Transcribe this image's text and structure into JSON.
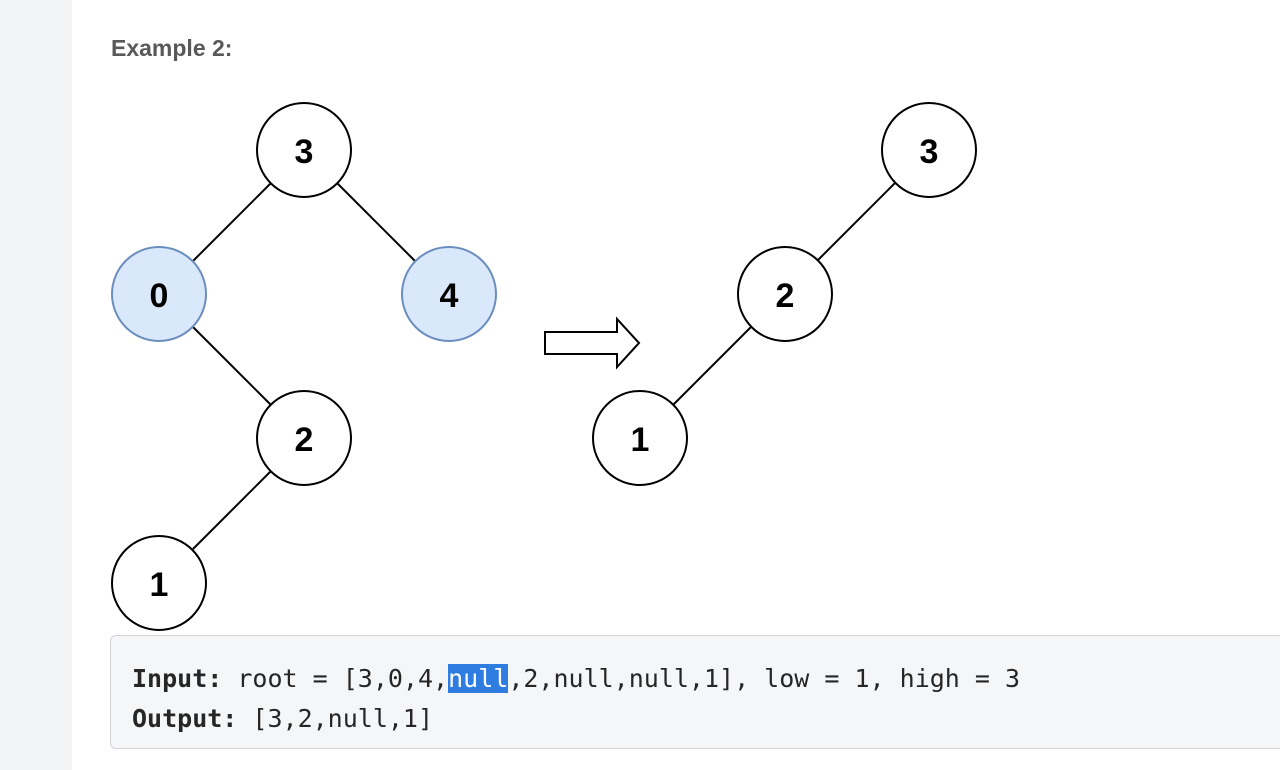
{
  "example": {
    "title": "Example 2:"
  },
  "diagram": {
    "before_tree": {
      "nodes": [
        {
          "value": "3",
          "highlighted": false
        },
        {
          "value": "0",
          "highlighted": true
        },
        {
          "value": "4",
          "highlighted": true
        },
        {
          "value": "2",
          "highlighted": false
        },
        {
          "value": "1",
          "highlighted": false
        }
      ]
    },
    "after_tree": {
      "nodes": [
        {
          "value": "3",
          "highlighted": false
        },
        {
          "value": "2",
          "highlighted": false
        },
        {
          "value": "1",
          "highlighted": false
        }
      ]
    },
    "colors": {
      "highlight_fill": "#dae8fc",
      "highlight_stroke": "#6c8ebf",
      "node_stroke": "#000000"
    }
  },
  "code": {
    "input_label": "Input:",
    "input_prefix": " root = [3,0,4,",
    "input_selected": "null",
    "input_suffix": ",2,null,null,1], low = 1, high = 3",
    "output_label": "Output:",
    "output_value": " [3,2,null,1]",
    "selection_color": "#2f7de1"
  }
}
